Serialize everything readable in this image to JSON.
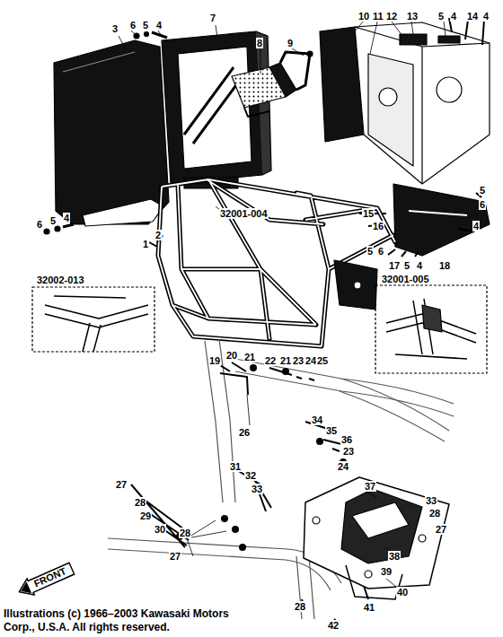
{
  "diagram": {
    "caption": "Illustrations (c) 1966–2003 Kawasaki Motors Corp., U.S.A. All rights reserved.",
    "nodes": [
      {
        "text": [
          "FRONT"
        ]
      }
    ],
    "labels": [
      "3",
      "6",
      "5",
      "4",
      "7",
      "8",
      "9",
      "10",
      "11",
      "12",
      "13",
      "5",
      "4",
      "14",
      "4",
      "6",
      "5",
      "4",
      "5",
      "6",
      "15",
      "16",
      "4",
      "5",
      "6",
      "17",
      "5",
      "4",
      "18",
      "1",
      "2",
      "32001-004",
      "32002-013",
      "32001-005",
      "19",
      "20",
      "21",
      "22",
      "21",
      "23",
      "24",
      "25",
      "26",
      "34",
      "35",
      "36",
      "23",
      "24",
      "31",
      "32",
      "33",
      "27",
      "28",
      "29",
      "30",
      "37",
      "33",
      "28",
      "27",
      "28",
      "27",
      "38",
      "39",
      "40",
      "41",
      "42",
      "28"
    ]
  }
}
